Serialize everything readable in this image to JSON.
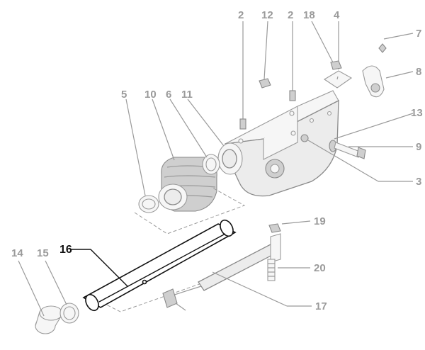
{
  "labels": {
    "l2a": "2",
    "l12": "12",
    "l2b": "2",
    "l18": "18",
    "l4": "4",
    "l7": "7",
    "l8": "8",
    "l5": "5",
    "l10": "10",
    "l6": "6",
    "l11": "11",
    "l13": "13",
    "l9": "9",
    "l3": "3",
    "l16": "16",
    "l14": "14",
    "l15": "15",
    "l19": "19",
    "l20": "20",
    "l17": "17"
  },
  "colors": {
    "part_outline": "#8a8a8a",
    "highlight": "#111111",
    "label_gray": "#9a9a9a"
  }
}
